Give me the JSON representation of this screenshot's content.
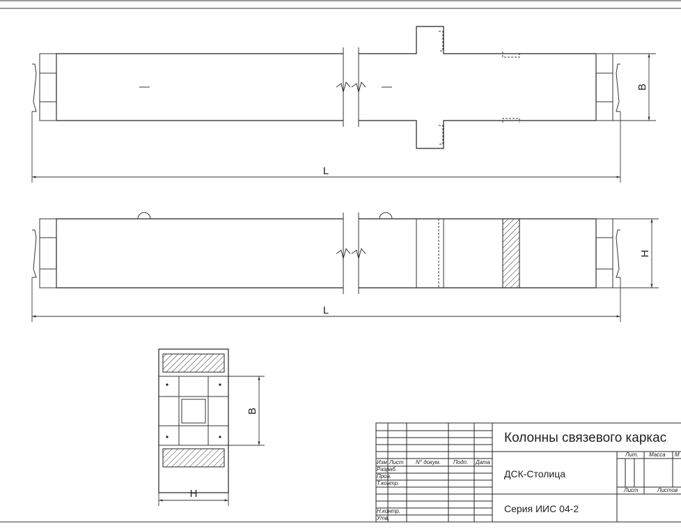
{
  "drawing": {
    "view_top": {
      "length_label": "L",
      "width_label": "B"
    },
    "view_side": {
      "length_label": "L",
      "height_label": "H"
    },
    "section": {
      "width_label": "B",
      "height_label": "H"
    }
  },
  "title_block": {
    "main_title": "Колонны связевого каркас",
    "organization": "ДСК-Столица",
    "series": "Серия ИИС 04-2",
    "columns": {
      "izm": "Изм",
      "list": "Лист",
      "doc_no": "N° докум.",
      "sign": "Подп.",
      "date": "Дата"
    },
    "roles": {
      "razrab": "Разраб.",
      "prov": "Пров.",
      "tkontr": "Т.контр.",
      "nkontr": "Н.контр.",
      "utv": "Утв."
    },
    "lit_label": "Лит.",
    "massa_label": "Масса",
    "masshtab_label": "М",
    "sheet_label": "Лист",
    "sheets_label": "Листов"
  }
}
